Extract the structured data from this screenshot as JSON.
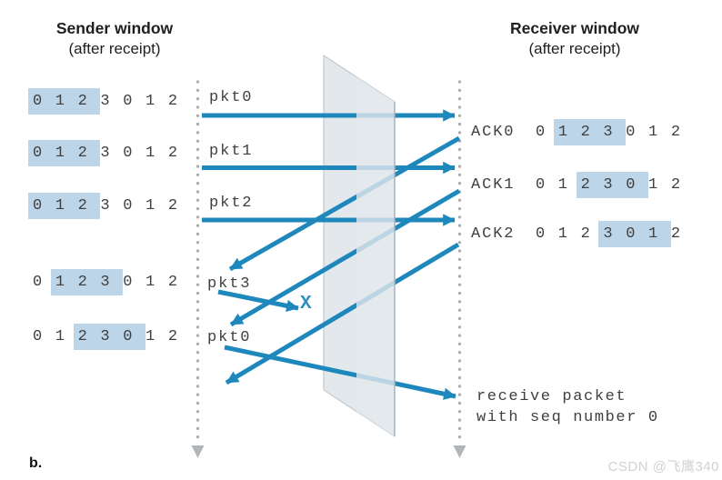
{
  "header_left": {
    "title": "Sender window",
    "subtitle": "(after receipt)"
  },
  "header_right": {
    "title": "Receiver window",
    "subtitle": "(after receipt)"
  },
  "sender_rows": [
    {
      "pre": "",
      "win": "0 1 2 ",
      "post": "3 0 1 2"
    },
    {
      "pre": "",
      "win": "0 1 2 ",
      "post": "3 0 1 2"
    },
    {
      "pre": "",
      "win": "0 1 2 ",
      "post": "3 0 1 2"
    },
    {
      "pre": "0 ",
      "win": "1 2 3 ",
      "post": "0 1 2"
    },
    {
      "pre": "0 1 ",
      "win": "2 3 0 ",
      "post": "1 2"
    }
  ],
  "packet_labels": [
    "pkt0",
    "pkt1",
    "pkt2",
    "pkt3",
    "pkt0"
  ],
  "receiver_rows": [
    {
      "ack": "ACK0",
      "pre": "0 ",
      "win": "1 2 3 ",
      "post": "0 1 2"
    },
    {
      "ack": "ACK1",
      "pre": "0 1 ",
      "win": "2 3 0 ",
      "post": "1 2"
    },
    {
      "ack": "ACK2",
      "pre": "0 1 2 ",
      "win": "3 0 1 ",
      "post": "2"
    }
  ],
  "loss_marker": "X",
  "receive_note": {
    "line1": "receive packet",
    "line2": "with seq number 0"
  },
  "figure_label": "b.",
  "watermark": "CSDN @飞鹰340",
  "colors": {
    "arrow": "#1e88bd",
    "window_highlight": "#bdd5e9",
    "panel": "#e3e8ec",
    "timeline": "#a9acae",
    "mono_text": "#3f3f3f"
  }
}
